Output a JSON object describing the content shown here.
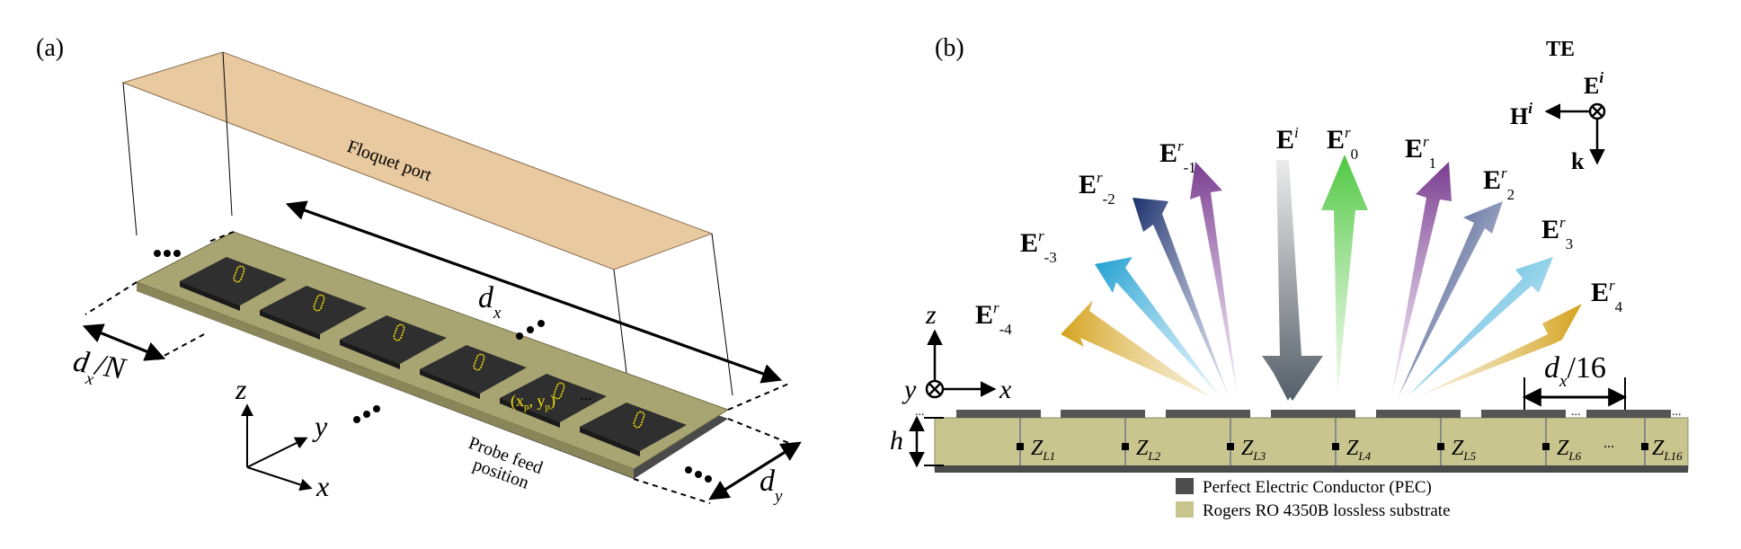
{
  "panel_a": {
    "label": "(a)",
    "floquet_port_label": "Floquet port",
    "dx": {
      "main": "d",
      "sub": "x"
    },
    "dxN": {
      "main": "d",
      "sub": "x",
      "suffix": "/N"
    },
    "dy": {
      "main": "d",
      "sub": "y"
    },
    "axis_z": "z",
    "axis_y": "y",
    "axis_x": "x",
    "probe_coords": {
      "open": "(x",
      "sub1": "p",
      "comma": ", y",
      "sub2": "p",
      "close": ")"
    },
    "probe_label_line1": "Probe feed",
    "probe_label_line2": "position",
    "ellipsis": "..."
  },
  "panel_b": {
    "label": "(b)",
    "te_label": "TE",
    "field_E": "E",
    "field_E_sup": "i",
    "field_H": "H",
    "field_H_sup": "i",
    "field_k": "k",
    "incident": {
      "main": "E",
      "sup": "i"
    },
    "reflected": [
      {
        "main": "E",
        "sup": "r",
        "sub": "-4"
      },
      {
        "main": "E",
        "sup": "r",
        "sub": "-3"
      },
      {
        "main": "E",
        "sup": "r",
        "sub": "-2"
      },
      {
        "main": "E",
        "sup": "r",
        "sub": "-1"
      },
      {
        "main": "E",
        "sup": "r",
        "sub": "0"
      },
      {
        "main": "E",
        "sup": "r",
        "sub": "1"
      },
      {
        "main": "E",
        "sup": "r",
        "sub": "2"
      },
      {
        "main": "E",
        "sup": "r",
        "sub": "3"
      },
      {
        "main": "E",
        "sup": "r",
        "sub": "4"
      }
    ],
    "axis_z": "z",
    "axis_y": "y",
    "axis_x": "x",
    "h_label": "h",
    "dx16": {
      "main": "d",
      "sub": "x",
      "suffix": "/16"
    },
    "loads": [
      {
        "main": "Z",
        "sub": "L1"
      },
      {
        "main": "Z",
        "sub": "L2"
      },
      {
        "main": "Z",
        "sub": "L3"
      },
      {
        "main": "Z",
        "sub": "L4"
      },
      {
        "main": "Z",
        "sub": "L5"
      },
      {
        "main": "Z",
        "sub": "L6"
      },
      {
        "main": "Z",
        "sub": "L16"
      }
    ],
    "ellipsis": "...",
    "legend": [
      {
        "label": "Perfect Electric Conductor (PEC)",
        "color": "#4d4d4d"
      },
      {
        "label": "Rogers RO 4350B lossless substrate",
        "color": "#c7c48d"
      }
    ]
  },
  "colors": {
    "port_fill": "#e8c9a0",
    "substrate": "#a9a572",
    "substrate_light": "#c9c58f",
    "ground": "#4a4a4a",
    "patch": "#3a3a3a",
    "probe": "#f2e10b",
    "arrow_gold": "#d4a21c",
    "arrow_cyan": "#1f9fd1",
    "arrow_navy": "#1b2f6b",
    "arrow_purple": "#7a3c8f",
    "arrow_green": "#4ec740",
    "arrow_gray": "#5c6670"
  }
}
